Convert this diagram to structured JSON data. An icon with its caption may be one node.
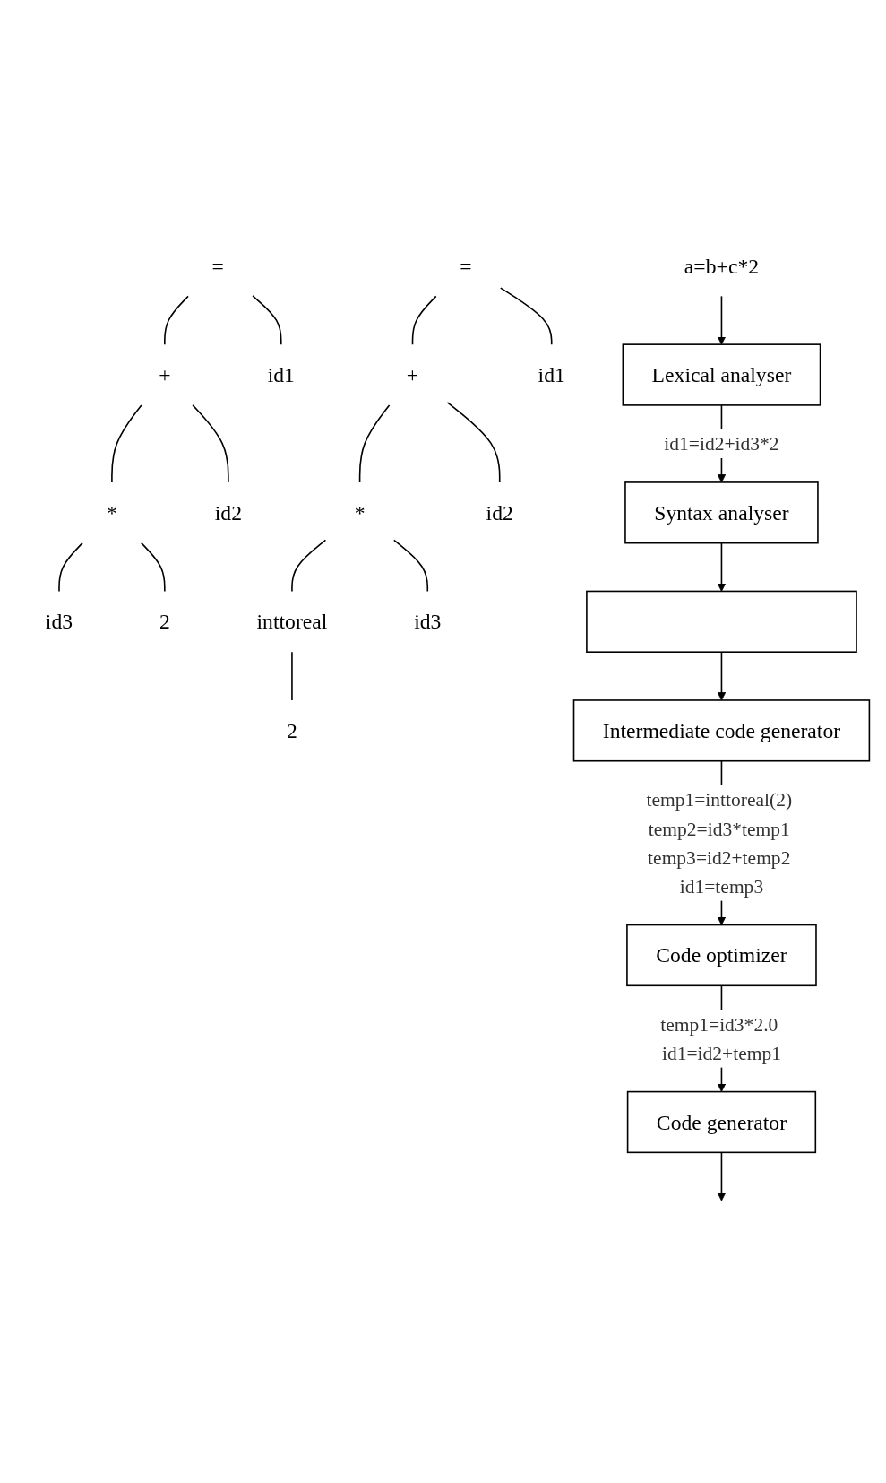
{
  "diagram": {
    "nodes": [
      {
        "text": [
          "a=b+c*2"
        ]
      },
      {
        "text": [
          "Lexical analyser"
        ]
      },
      {
        "text": [
          "Syntax analyser"
        ]
      },
      {
        "text": [
          "="
        ]
      },
      {
        "text": [
          "id1"
        ]
      },
      {
        "text": [
          "+"
        ]
      },
      {
        "text": [
          "id2"
        ]
      },
      {
        "text": [
          "*"
        ]
      },
      {
        "text": [
          "id3"
        ]
      },
      {
        "text": [
          "2"
        ]
      },
      {
        "text": [],
        "shape": "box"
      },
      {
        "text": [
          "="
        ]
      },
      {
        "text": [
          "id1"
        ]
      },
      {
        "text": [
          "+"
        ]
      },
      {
        "text": [
          "id2"
        ]
      },
      {
        "text": [
          "*"
        ]
      },
      {
        "text": [
          "id3"
        ]
      },
      {
        "text": [
          "inttoreal"
        ]
      },
      {
        "text": [
          "2"
        ]
      },
      {
        "text": [
          "Intermediate code generator"
        ]
      },
      {
        "text": [
          "Code optimizer"
        ]
      },
      {
        "text": [
          "Code generator"
        ]
      }
    ],
    "edges": [
      {
        "from": 0,
        "to": 1,
        "arrow": "to"
      },
      {
        "from": 1,
        "to": 2,
        "arrow": "to",
        "label": "id1=id2+id3*2"
      },
      {
        "from": 2,
        "to": 10,
        "arrow": "to"
      },
      {
        "from": 3,
        "to": 4,
        "arrow": "none"
      },
      {
        "from": 3,
        "to": 5,
        "arrow": "none"
      },
      {
        "from": 5,
        "to": 6,
        "arrow": "none"
      },
      {
        "from": 5,
        "to": 7,
        "arrow": "none"
      },
      {
        "from": 7,
        "to": 8,
        "arrow": "none"
      },
      {
        "from": 7,
        "to": 9,
        "arrow": "none"
      },
      {
        "from": 10,
        "to": 19,
        "arrow": "to"
      },
      {
        "from": 11,
        "to": 12,
        "arrow": "none"
      },
      {
        "from": 11,
        "to": 13,
        "arrow": "none"
      },
      {
        "from": 13,
        "to": 14,
        "arrow": "none"
      },
      {
        "from": 13,
        "to": 15,
        "arrow": "none"
      },
      {
        "from": 15,
        "to": 16,
        "arrow": "none"
      },
      {
        "from": 15,
        "to": 17,
        "arrow": "none"
      },
      {
        "from": 17,
        "to": 18,
        "arrow": "none"
      },
      {
        "from": 19,
        "to": 20,
        "arrow": "to",
        "label": "temp1=inttoreal(2) temp2=id3*temp1 temp3=id2+temp2 id1=temp3"
      },
      {
        "from": 20,
        "to": 21,
        "arrow": "to",
        "label": "temp1=id3*2.0 id1=id2+temp1"
      },
      {
        "from": 21,
        "to": null,
        "arrow": "to"
      }
    ]
  }
}
